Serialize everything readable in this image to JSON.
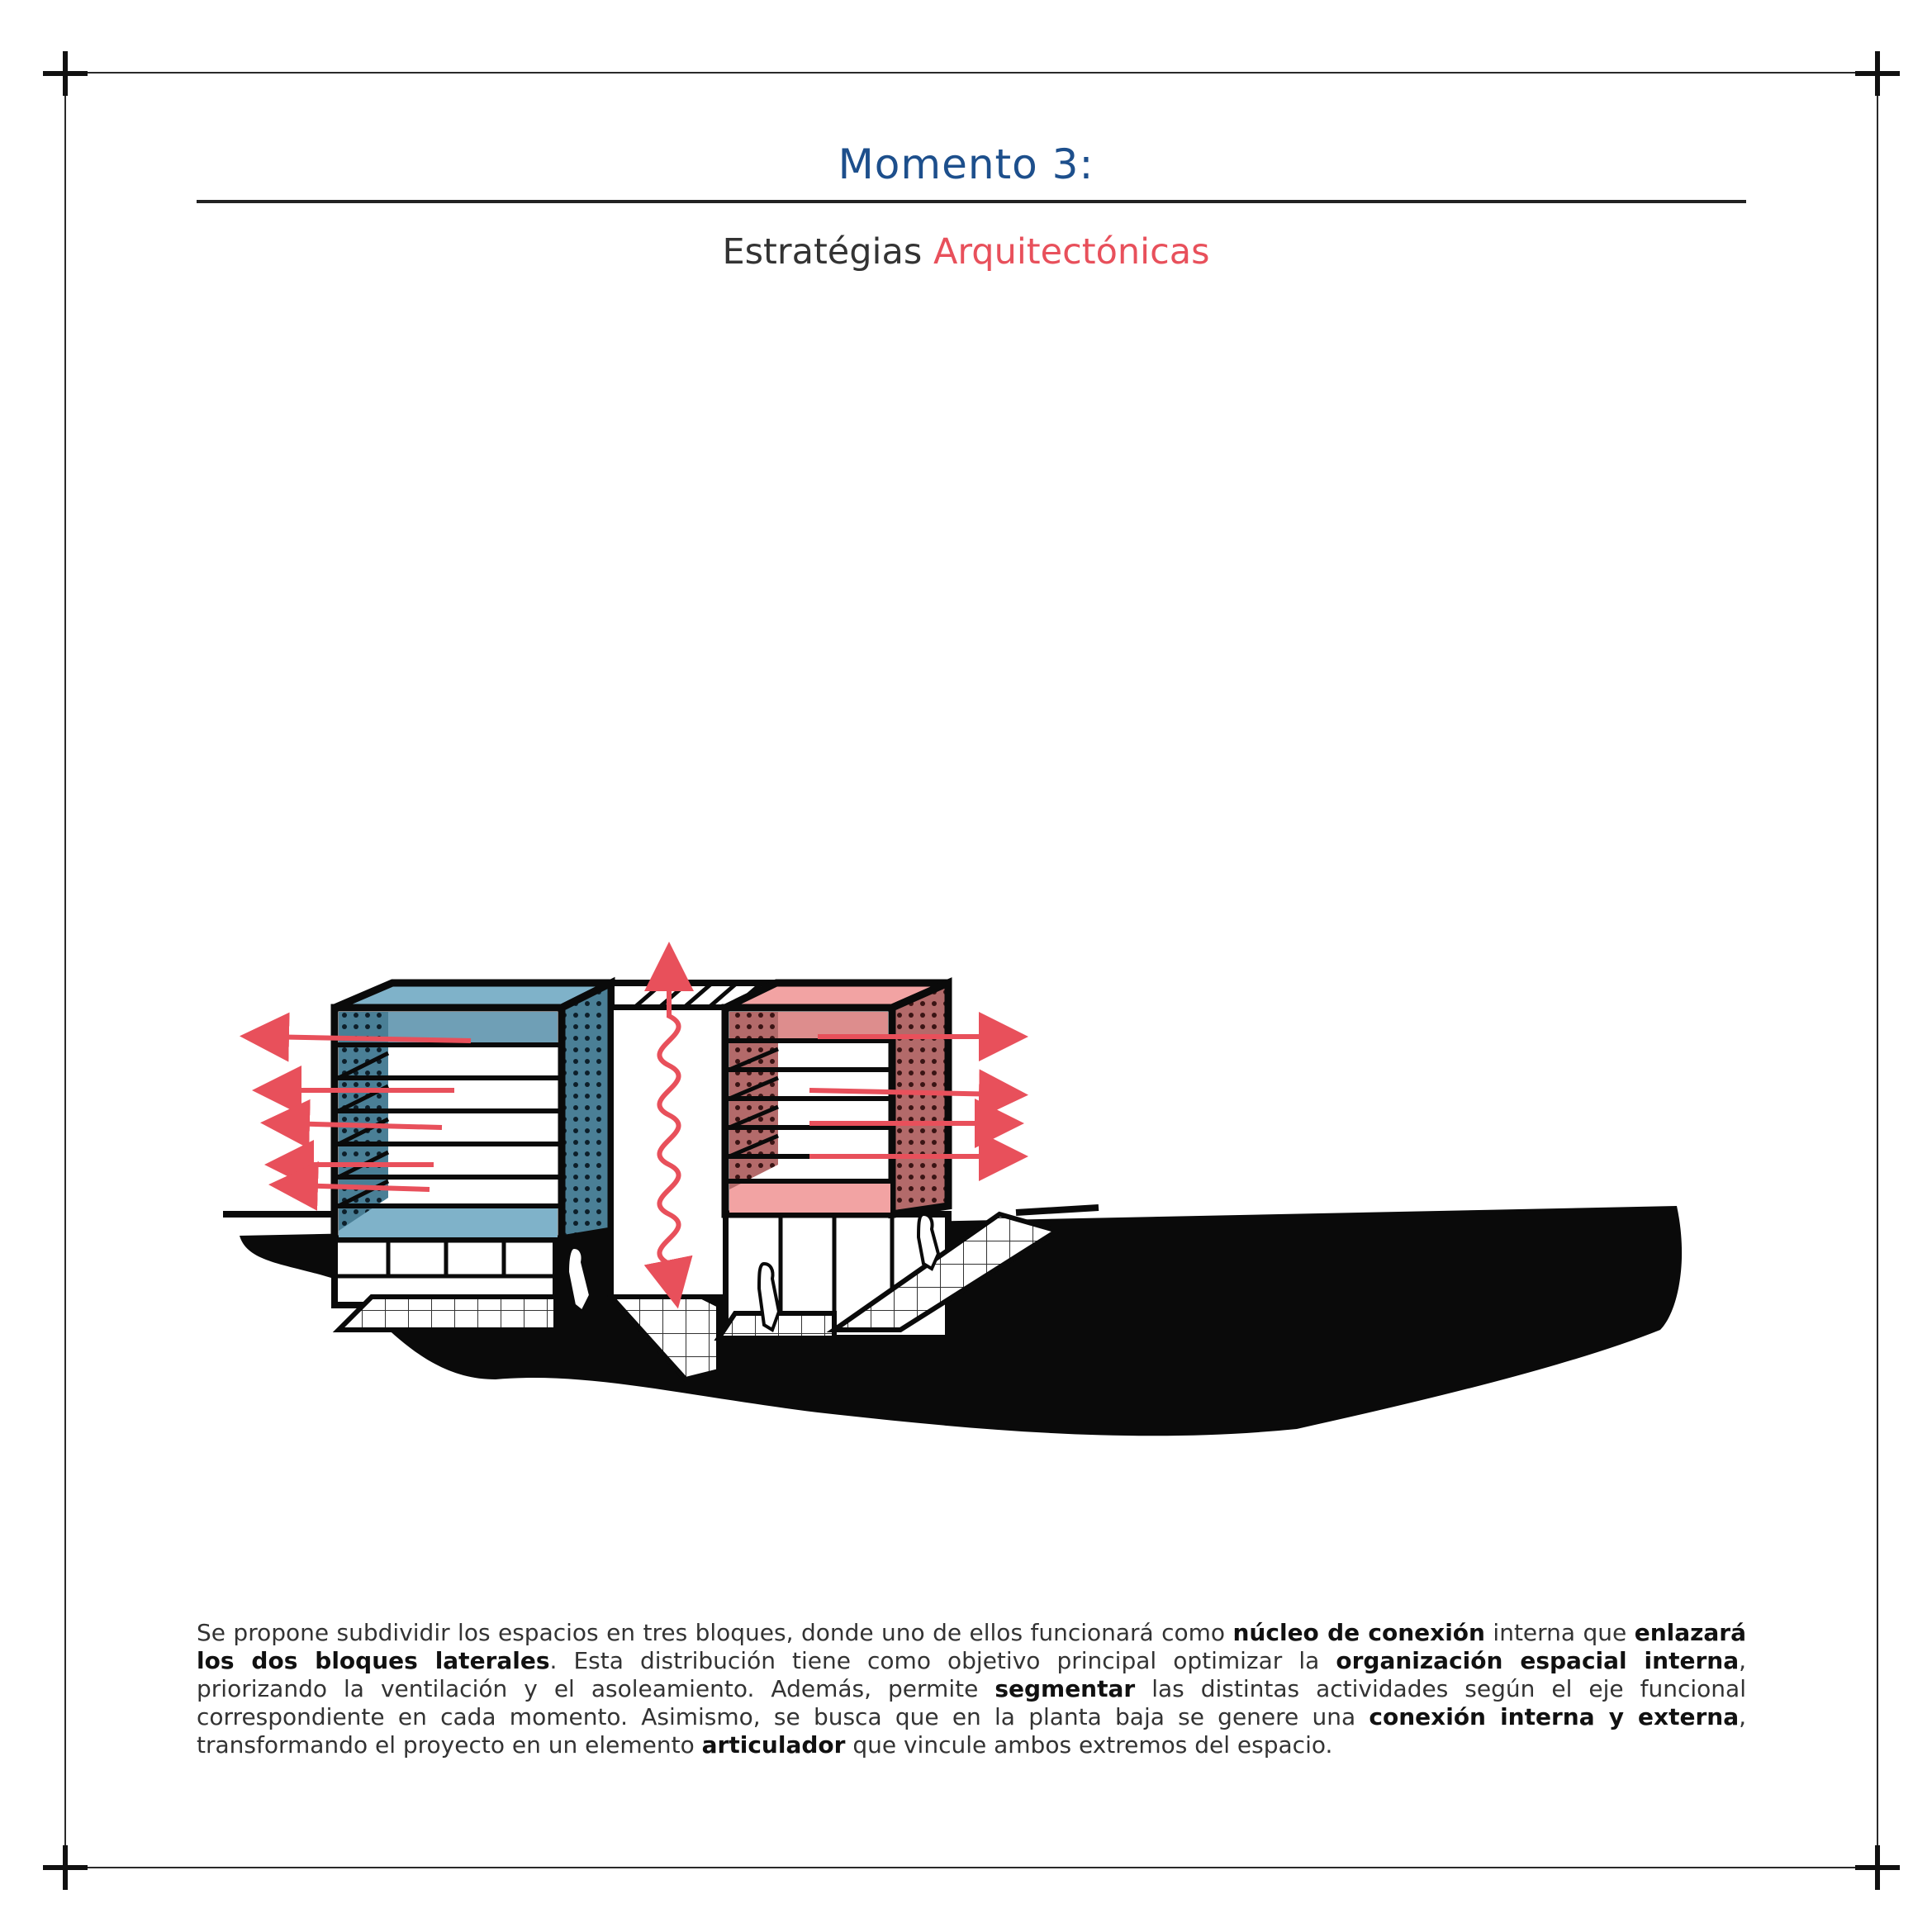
{
  "header": {
    "title": "Momento 3:",
    "subtitle_plain": "Estratégias ",
    "subtitle_accent": "Arquitectónicas"
  },
  "colors": {
    "title_blue": "#1d4f8c",
    "accent_red": "#e8505b",
    "block_blue": "#7fb2c9",
    "block_pink": "#f2a3a3",
    "ground": "#0a0a0a"
  },
  "description": {
    "p1": "Se propone subdividir los espacios en tres bloques, donde uno de ellos funcionará como ",
    "b1": "núcleo de conexión",
    "p2": " interna que ",
    "b2": "enlazará los dos bloques laterales",
    "p3": ". Esta distribución tiene como objetivo principal optimizar la ",
    "b3": "organización espacial interna",
    "p4": ", priorizando la ventilación y el asoleamiento. Además, permite ",
    "b4": "segmentar",
    "p5": " las distintas actividades según el eje funcional correspondiente en cada momento. Asimismo, se busca que en la planta baja se genere una ",
    "b5": "conexión interna y externa",
    "p6": ", transformando el proyecto en un elemento ",
    "b6": "articulador",
    "p7": " que vincule ambos extremos del espacio."
  }
}
